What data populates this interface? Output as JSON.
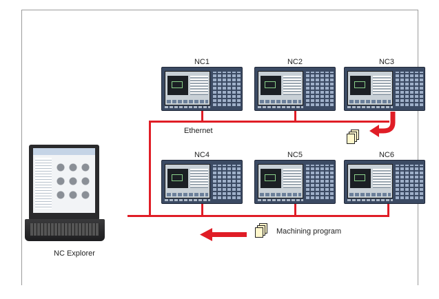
{
  "nodes": [
    {
      "id": "nc1",
      "label": "NC1"
    },
    {
      "id": "nc2",
      "label": "NC2"
    },
    {
      "id": "nc3",
      "label": "NC3"
    },
    {
      "id": "nc4",
      "label": "NC4"
    },
    {
      "id": "nc5",
      "label": "NC5"
    },
    {
      "id": "nc6",
      "label": "NC6"
    }
  ],
  "network_label": "Ethernet",
  "pc_label": "NC Explorer",
  "program_label": "Machining program",
  "colors": {
    "wire": "#e01d26",
    "panel": "#3b4a63",
    "document": "#fff7cc"
  },
  "icons": [
    "laptop-icon",
    "nc-panel-icon",
    "document-stack-icon",
    "arrow-icon"
  ]
}
